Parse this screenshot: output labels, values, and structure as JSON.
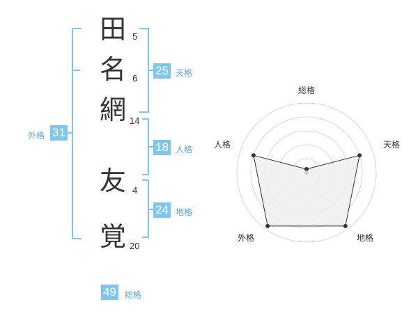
{
  "name": {
    "chars": [
      {
        "char": "田",
        "strokes": "5"
      },
      {
        "char": "名",
        "strokes": "6"
      },
      {
        "char": "網",
        "strokes": "14"
      },
      {
        "char": "友",
        "strokes": "4"
      },
      {
        "char": "覚",
        "strokes": "20"
      }
    ]
  },
  "fortune": {
    "tenkaku": {
      "value": "25",
      "label": "天格"
    },
    "jinkaku": {
      "value": "18",
      "label": "人格"
    },
    "chikaku": {
      "value": "24",
      "label": "地格"
    },
    "gaikaku": {
      "value": "31",
      "label": "外格"
    },
    "soukaku": {
      "value": "49",
      "label": "総格"
    }
  },
  "radar": {
    "labels": {
      "soukaku": "総格",
      "tenkaku": "天格",
      "chikaku": "地格",
      "gaikaku": "外格",
      "jinkaku": "人格"
    },
    "values": [
      0.05,
      0.8,
      0.95,
      0.95,
      0.8
    ],
    "max_rings": 5,
    "colors": {
      "fill": "#efefef",
      "line": "#333333",
      "ring": "#d8d8d8"
    }
  },
  "colors": {
    "accent": "#7cc6f2"
  }
}
